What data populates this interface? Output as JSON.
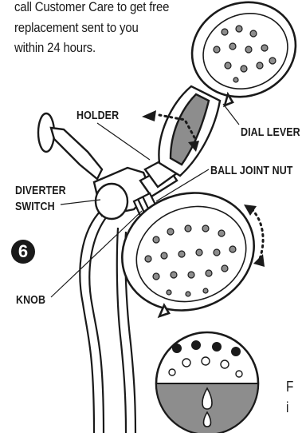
{
  "intro": {
    "lines": [
      "call Customer Care to get free",
      "replacement sent to you",
      "within 24 hours."
    ]
  },
  "labels": {
    "holder": "HOLDER",
    "dial_lever": "DIAL LEVER",
    "ball_joint_nut": "BALL JOINT NUT",
    "diverter_switch_line1": "DIVERTER",
    "diverter_switch_line2": "SWITCH",
    "knob": "KNOB"
  },
  "step_number": "6",
  "cut_text": {
    "line1": "F",
    "line2": "i"
  }
}
